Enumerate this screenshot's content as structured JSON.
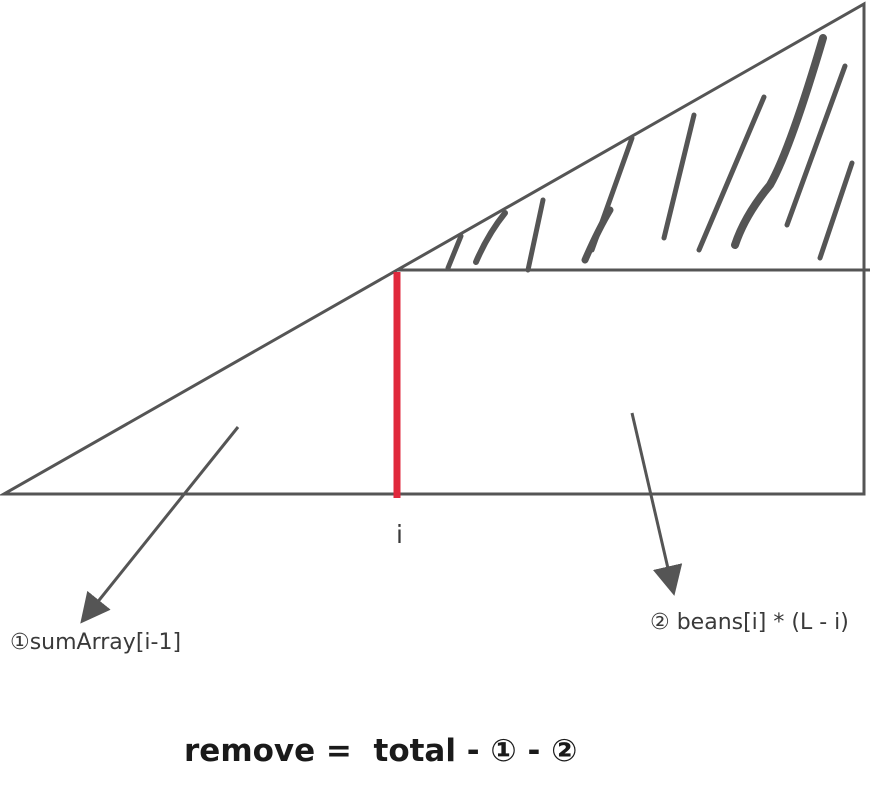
{
  "labels": {
    "index": "i",
    "region_one": "①sumArray[i-1]",
    "region_two": "② beans[i] * (L - i)"
  },
  "formula": "remove =  total - ① - ②",
  "colors": {
    "outline": "#555555",
    "marker": "#e0283c",
    "hatch": "#555555",
    "text": "#3a3a3a"
  }
}
